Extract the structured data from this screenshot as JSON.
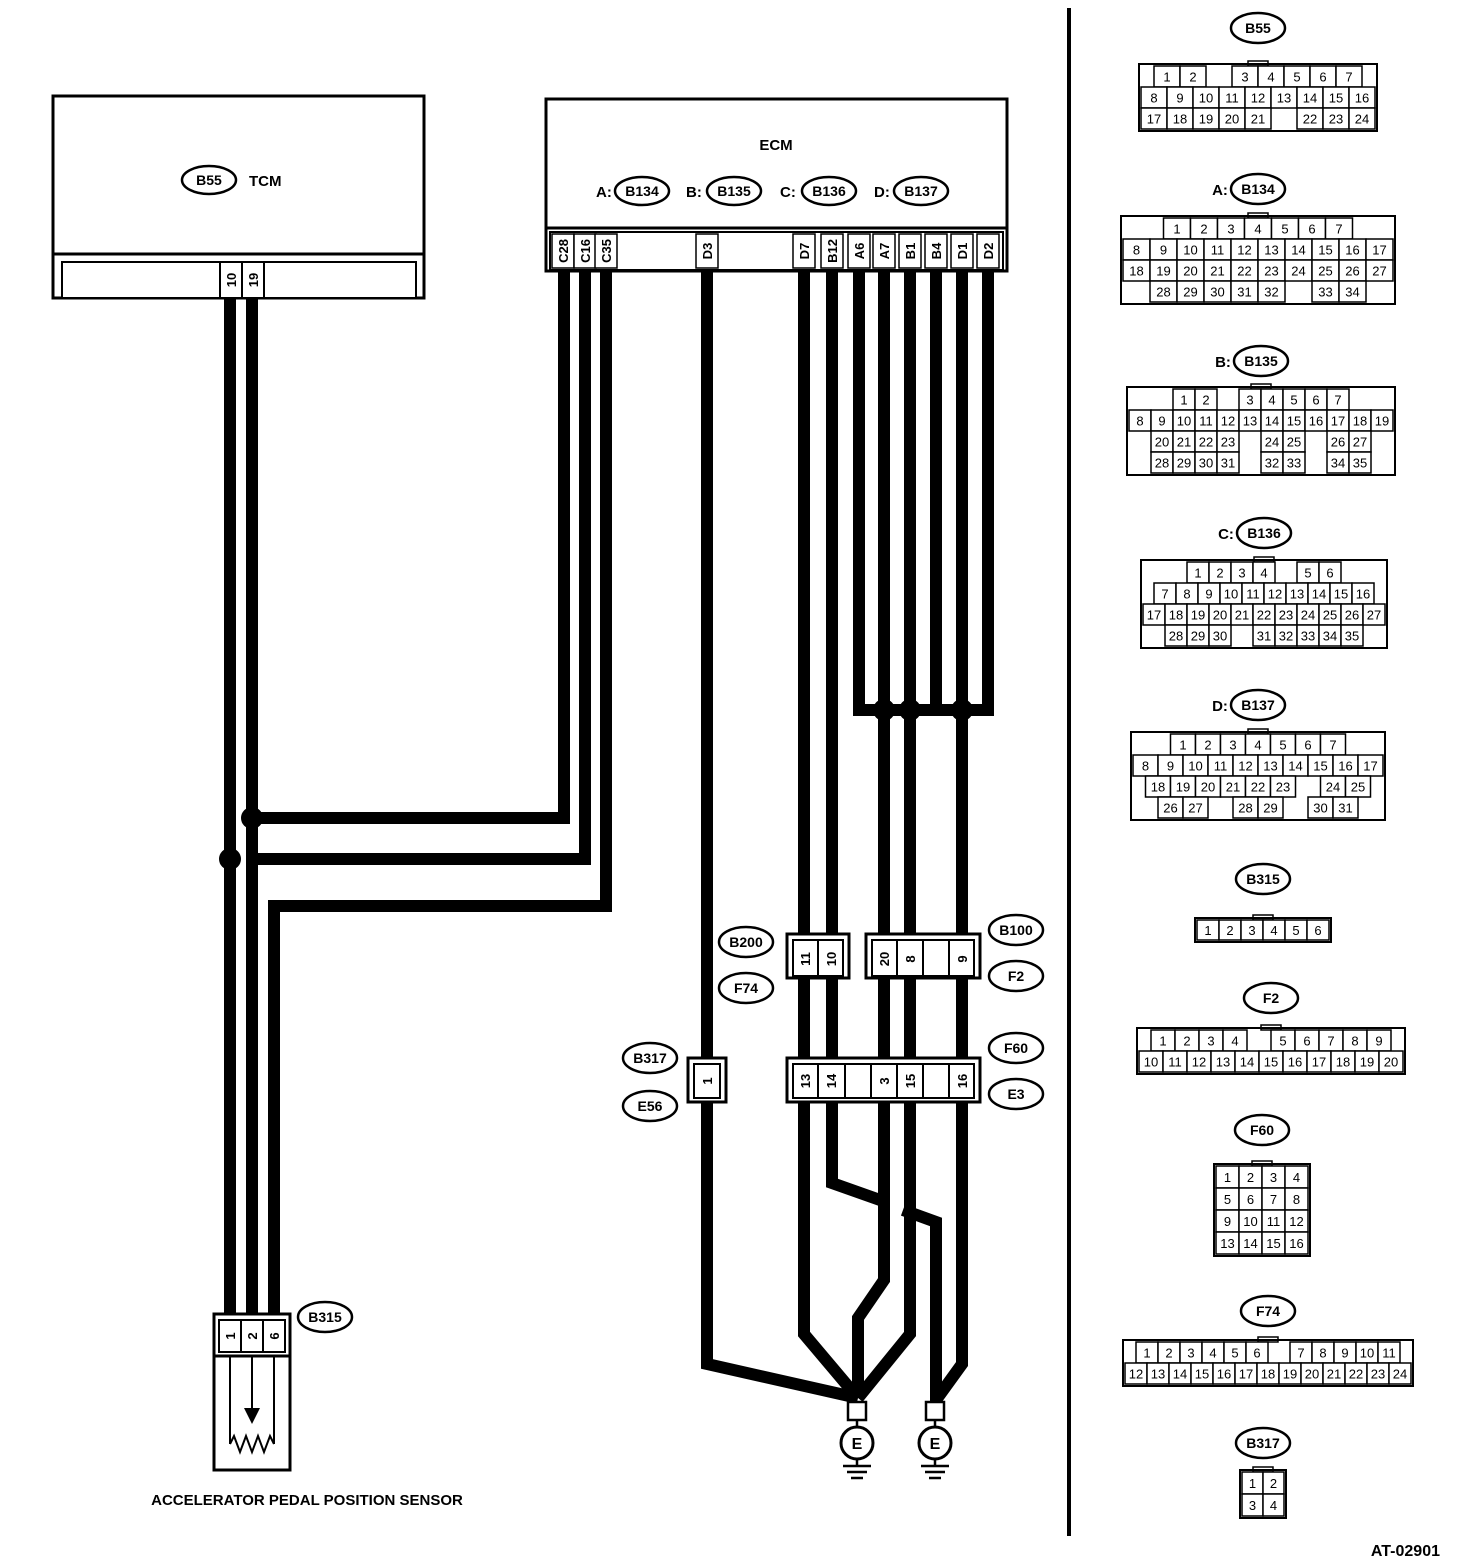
{
  "tcm": {
    "label": "TCM",
    "connector": "B55",
    "pins": [
      "10",
      "19"
    ]
  },
  "ecm": {
    "label": "ECM",
    "connectors": [
      {
        "prefix": "A:",
        "id": "B134"
      },
      {
        "prefix": "B:",
        "id": "B135"
      },
      {
        "prefix": "C:",
        "id": "B136"
      },
      {
        "prefix": "D:",
        "id": "B137"
      }
    ],
    "pins": [
      "C28",
      "C16",
      "C35",
      "D3",
      "D7",
      "B12",
      "A6",
      "A7",
      "B1",
      "B4",
      "D1",
      "D2"
    ]
  },
  "sensor": {
    "label": "ACCELERATOR PEDAL POSITION SENSOR",
    "connector": "B315",
    "pins": [
      "1",
      "2",
      "6"
    ]
  },
  "joint_connectors": {
    "b200": {
      "top": "B200",
      "bottom": "F74",
      "pins": [
        "11",
        "10"
      ]
    },
    "b100": {
      "top": "B100",
      "bottom": "F2",
      "pins": [
        "20",
        "8",
        "",
        "9"
      ]
    },
    "b317": {
      "top": "B317",
      "bottom": "E56",
      "pins": [
        "1"
      ]
    },
    "f60": {
      "top": "F60",
      "bottom": "E3",
      "pins": [
        "13",
        "14",
        "",
        "3",
        "15",
        "",
        "16"
      ]
    }
  },
  "ground": {
    "symbol": "E"
  },
  "connector_views": [
    {
      "label": "B55",
      "prefix": "",
      "rows": [
        [
          "1",
          "2",
          "",
          "3",
          "4",
          "5",
          "6",
          "7"
        ],
        [
          "8",
          "9",
          "10",
          "11",
          "12",
          "13",
          "14",
          "15",
          "16"
        ],
        [
          "17",
          "18",
          "19",
          "20",
          "21",
          "",
          "22",
          "23",
          "24"
        ]
      ]
    },
    {
      "label": "B134",
      "prefix": "A:",
      "rows": [
        [
          "1",
          "2",
          "3",
          "4",
          "5",
          "6",
          "7"
        ],
        [
          "8",
          "9",
          "10",
          "11",
          "12",
          "13",
          "14",
          "15",
          "16",
          "17"
        ],
        [
          "18",
          "19",
          "20",
          "21",
          "22",
          "23",
          "24",
          "25",
          "26",
          "27"
        ],
        [
          "28",
          "29",
          "30",
          "31",
          "32",
          "",
          "33",
          "34"
        ]
      ]
    },
    {
      "label": "B135",
      "prefix": "B:",
      "rows": [
        [
          "1",
          "2",
          "",
          "3",
          "4",
          "5",
          "6",
          "7"
        ],
        [
          "8",
          "9",
          "10",
          "11",
          "12",
          "13",
          "14",
          "15",
          "16",
          "17",
          "18",
          "19"
        ],
        [
          "20",
          "21",
          "22",
          "23",
          "",
          "24",
          "25",
          "",
          "26",
          "27"
        ],
        [
          "28",
          "29",
          "30",
          "31",
          "",
          "32",
          "33",
          "",
          "34",
          "35"
        ]
      ]
    },
    {
      "label": "B136",
      "prefix": "C:",
      "rows": [
        [
          "1",
          "2",
          "3",
          "4",
          "",
          "5",
          "6"
        ],
        [
          "7",
          "8",
          "9",
          "10",
          "11",
          "12",
          "13",
          "14",
          "15",
          "16"
        ],
        [
          "17",
          "18",
          "19",
          "20",
          "21",
          "22",
          "23",
          "24",
          "25",
          "26",
          "27"
        ],
        [
          "28",
          "29",
          "30",
          "",
          "31",
          "32",
          "33",
          "34",
          "35"
        ]
      ]
    },
    {
      "label": "B137",
      "prefix": "D:",
      "rows": [
        [
          "1",
          "2",
          "3",
          "4",
          "5",
          "6",
          "7"
        ],
        [
          "8",
          "9",
          "10",
          "11",
          "12",
          "13",
          "14",
          "15",
          "16",
          "17"
        ],
        [
          "18",
          "19",
          "20",
          "21",
          "22",
          "23",
          "",
          "24",
          "25"
        ],
        [
          "26",
          "27",
          "",
          "28",
          "29",
          "",
          "30",
          "31"
        ]
      ]
    },
    {
      "label": "B315",
      "prefix": "",
      "rows": [
        [
          "1",
          "2",
          "3",
          "4",
          "5",
          "6"
        ]
      ]
    },
    {
      "label": "F2",
      "prefix": "",
      "rows": [
        [
          "1",
          "2",
          "3",
          "4",
          "",
          "5",
          "6",
          "7",
          "8",
          "9"
        ],
        [
          "10",
          "11",
          "12",
          "13",
          "14",
          "15",
          "16",
          "17",
          "18",
          "19",
          "20"
        ]
      ]
    },
    {
      "label": "F60",
      "prefix": "",
      "rows": [
        [
          "1",
          "2",
          "3",
          "4"
        ],
        [
          "5",
          "6",
          "7",
          "8"
        ],
        [
          "9",
          "10",
          "11",
          "12"
        ],
        [
          "13",
          "14",
          "15",
          "16"
        ]
      ]
    },
    {
      "label": "F74",
      "prefix": "",
      "rows": [
        [
          "1",
          "2",
          "3",
          "4",
          "5",
          "6",
          "",
          "7",
          "8",
          "9",
          "10",
          "11"
        ],
        [
          "12",
          "13",
          "14",
          "15",
          "16",
          "17",
          "18",
          "19",
          "20",
          "21",
          "22",
          "23",
          "24"
        ]
      ]
    },
    {
      "label": "B317",
      "prefix": "",
      "rows": [
        [
          "1",
          "2"
        ],
        [
          "3",
          "4"
        ]
      ]
    }
  ],
  "figure_id": "AT-02901"
}
